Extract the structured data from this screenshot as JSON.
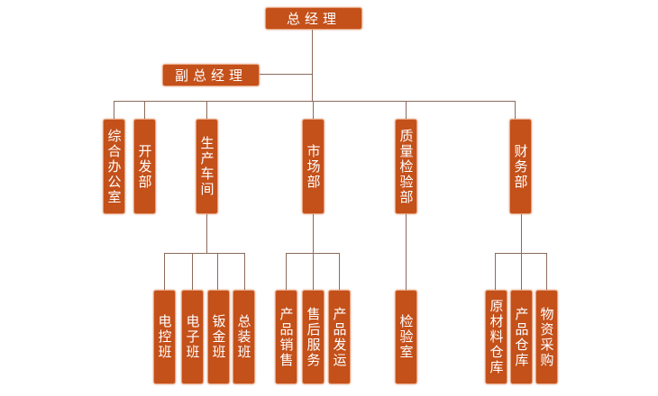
{
  "chart_data": {
    "type": "org-chart",
    "root": "总经理",
    "assistant": "副总经理",
    "departments": [
      {
        "name": "综合办公室",
        "children": []
      },
      {
        "name": "开发部",
        "children": []
      },
      {
        "name": "生产车间",
        "children": [
          "电控班",
          "电子班",
          "钣金班",
          "总装班"
        ]
      },
      {
        "name": "市场部",
        "children": [
          "产品销售",
          "售后服务",
          "产品发运"
        ]
      },
      {
        "name": "质量检验部",
        "children": [
          "检验室"
        ]
      },
      {
        "name": "财务部",
        "children": [
          "原材料仓库",
          "产品仓库",
          "物资采购"
        ]
      }
    ]
  },
  "colors": {
    "box_fill": "#c4501a",
    "box_text": "#ffffff",
    "line": "#8b6a5c"
  }
}
